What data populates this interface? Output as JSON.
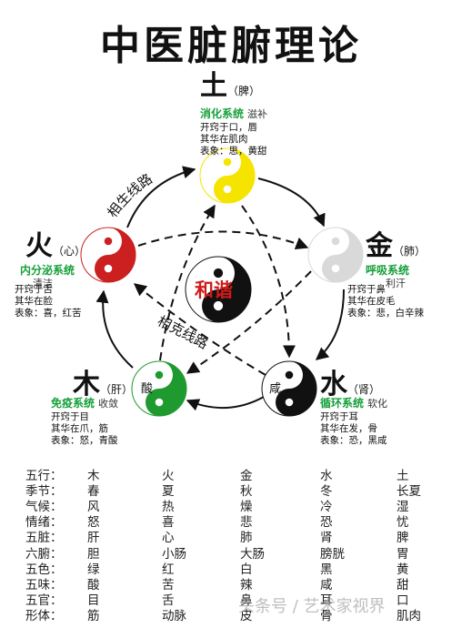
{
  "title": "中医脏腑理论",
  "center_label": "和谐",
  "generating_label": "相生线路",
  "restraining_label": "相克线路",
  "elements": {
    "earth": {
      "name": "土",
      "organ": "（脾）",
      "system": "消化系统",
      "note": "滋补",
      "taste": "甜",
      "lines": [
        "开窍于口，唇",
        "其华在肌肉",
        "表象：思，黄甜"
      ],
      "color": "#f5e400"
    },
    "metal": {
      "name": "金",
      "organ": "（肺）",
      "system": "呼吸系统",
      "note": "利汗",
      "taste": "辣",
      "lines": [
        "开窍于鼻",
        "其华在皮毛",
        "表象：悲，白辛辣"
      ],
      "color": "#d9d9d9"
    },
    "water": {
      "name": "水",
      "organ": "（肾）",
      "system": "循环系统",
      "note": "软化",
      "taste": "咸",
      "lines": [
        "开窍于耳",
        "其华在发，骨",
        "表象：恐，黑咸"
      ],
      "color": "#111111"
    },
    "wood": {
      "name": "木",
      "organ": "（肝）",
      "system": "免疫系统",
      "note": "收敛",
      "taste": "酸",
      "lines": [
        "开窍于目",
        "其华在爪，筋",
        "表象：怒，青酸"
      ],
      "color": "#1f9a2e"
    },
    "fire": {
      "name": "火",
      "organ": "（心）",
      "system": "内分泌系统",
      "note": "清洁",
      "taste": "苦",
      "lines": [
        "开窍于舌",
        "其华在脸",
        "表象：喜，红苦"
      ],
      "color": "#cc1f1f"
    }
  },
  "table": [
    [
      "五行：",
      "木",
      "火",
      "金",
      "水",
      "土"
    ],
    [
      "季节：",
      "春",
      "夏",
      "秋",
      "冬",
      "长夏"
    ],
    [
      "气候：",
      "风",
      "热",
      "燥",
      "冷",
      "湿"
    ],
    [
      "情绪：",
      "怒",
      "喜",
      "悲",
      "恐",
      "忧"
    ],
    [
      "五脏：",
      "肝",
      "心",
      "肺",
      "肾",
      "脾"
    ],
    [
      "六腑：",
      "胆",
      "小肠",
      "大肠",
      "膀胱",
      "胃"
    ],
    [
      "五色：",
      "绿",
      "红",
      "白",
      "黑",
      "黄"
    ],
    [
      "五味：",
      "酸",
      "苦",
      "辣",
      "咸",
      "甜"
    ],
    [
      "五官：",
      "目",
      "舌",
      "鼻",
      "耳",
      "口"
    ],
    [
      "形体：",
      "筋",
      "动脉",
      "皮",
      "骨",
      "肌肉"
    ]
  ],
  "watermark": "头条号 / 艺术家视界"
}
